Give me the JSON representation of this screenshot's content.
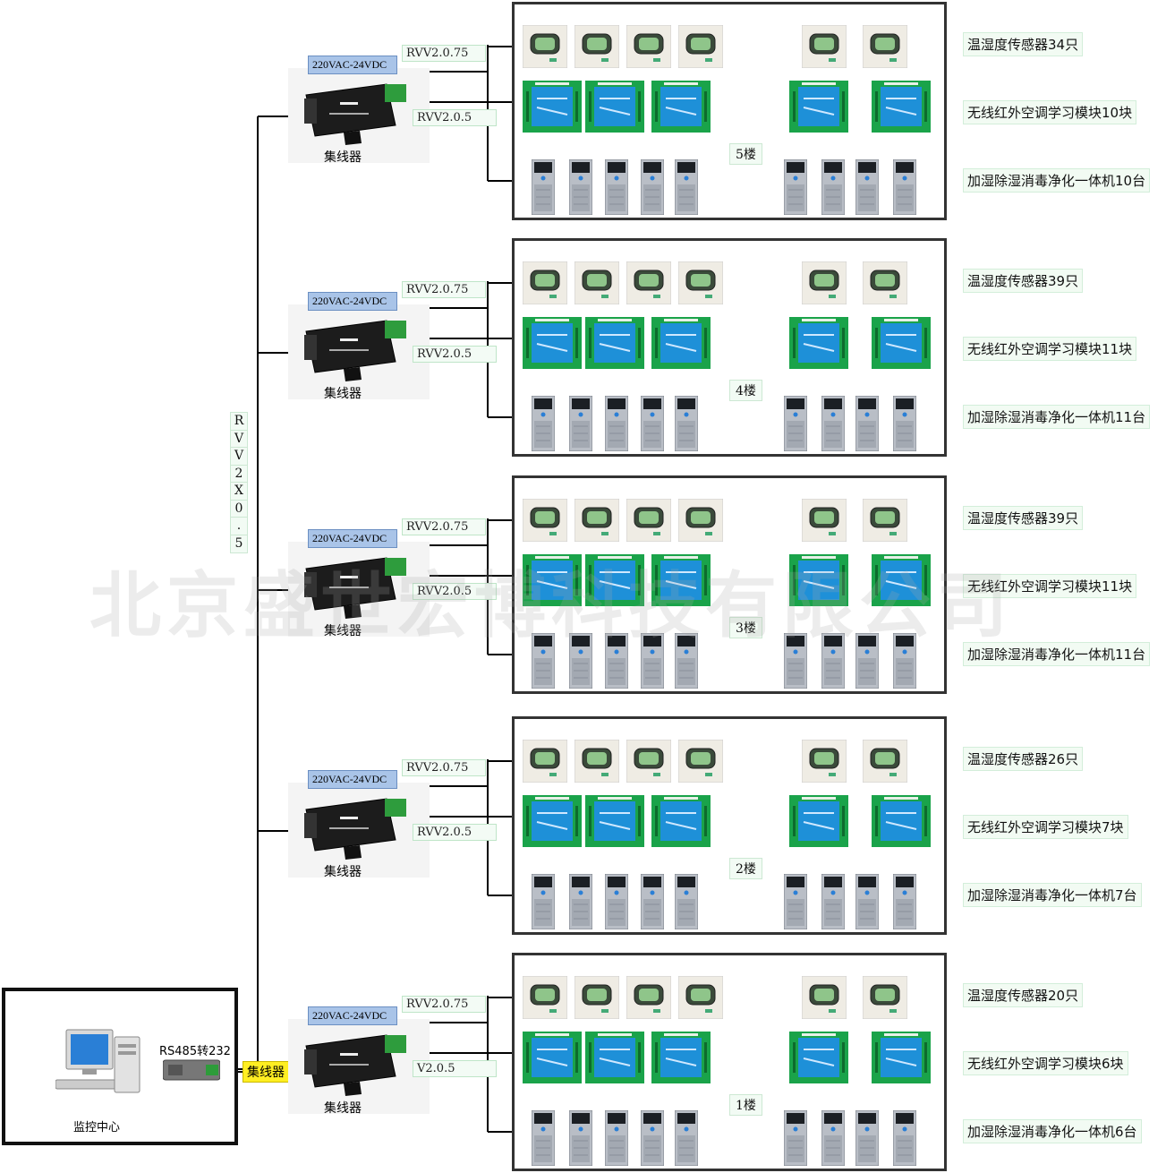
{
  "watermark": "北京盛世宏博科技有限公司",
  "backbone_cable": "RVV2X0.5",
  "backbone_chars": [
    "R",
    "V",
    "V",
    "2",
    "X",
    "0",
    ".",
    "5"
  ],
  "monitor_center": {
    "label": "监控中心",
    "converter": "RS485转232",
    "main_hub": "集线器"
  },
  "floors": [
    {
      "floor": "5楼",
      "psu": "220VAC-24VDC",
      "hub": "集线器",
      "cable_top": "RVV2.0.75",
      "cable_mid": "RVV2.0.5",
      "sensor_label": "温湿度传感器34只",
      "module_label": "无线红外空调学习模块10块",
      "unit_label": "加湿除湿消毒净化一体机10台"
    },
    {
      "floor": "4楼",
      "psu": "220VAC-24VDC",
      "hub": "集线器",
      "cable_top": "RVV2.0.75",
      "cable_mid": "RVV2.0.5",
      "sensor_label": "温湿度传感器39只",
      "module_label": "无线红外空调学习模块11块",
      "unit_label": "加湿除湿消毒净化一体机11台"
    },
    {
      "floor": "3楼",
      "psu": "220VAC-24VDC",
      "hub": "集线器",
      "cable_top": "RVV2.0.75",
      "cable_mid": "RVV2.0.5",
      "sensor_label": "温湿度传感器39只",
      "module_label": "无线红外空调学习模块11块",
      "unit_label": "加湿除湿消毒净化一体机11台"
    },
    {
      "floor": "2楼",
      "psu": "220VAC-24VDC",
      "hub": "集线器",
      "cable_top": "RVV2.0.75",
      "cable_mid": "RVV2.0.5",
      "sensor_label": "温湿度传感器26只",
      "module_label": "无线红外空调学习模块7块",
      "unit_label": "加湿除湿消毒净化一体机7台"
    },
    {
      "floor": "1楼",
      "psu": "220VAC-24VDC",
      "hub": "集线器",
      "cable_top": "RVV2.0.75",
      "cable_mid": "V2.0.5",
      "sensor_label": "温湿度传感器20只",
      "module_label": "无线红外空调学习模块6块",
      "unit_label": "加湿除湿消毒净化一体机6台"
    }
  ],
  "colors": {
    "box_border": "#333333",
    "module_green": "#1aa34a",
    "module_blue": "#1e90d8",
    "psu_blue": "#a9c4e8",
    "hub_yellow": "#ffee22"
  }
}
